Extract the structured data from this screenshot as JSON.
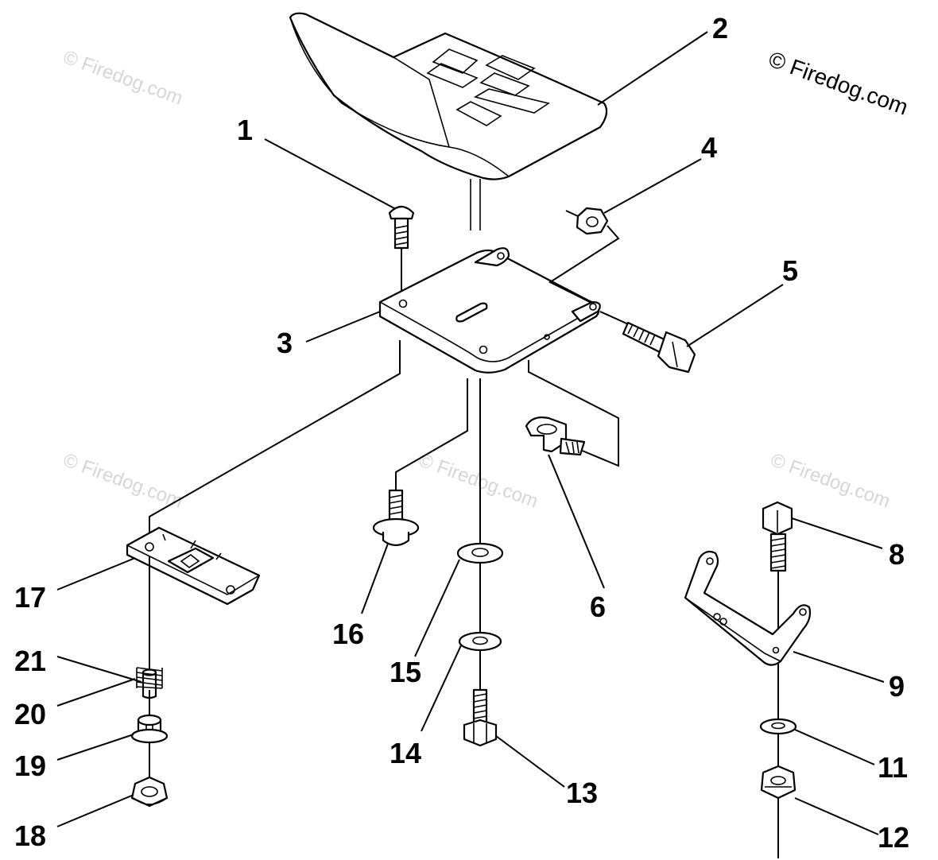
{
  "watermark": {
    "text": "© Firedog.com"
  },
  "callouts": [
    {
      "id": "1",
      "label": "1"
    },
    {
      "id": "2",
      "label": "2"
    },
    {
      "id": "3",
      "label": "3"
    },
    {
      "id": "4",
      "label": "4"
    },
    {
      "id": "5",
      "label": "5"
    },
    {
      "id": "6",
      "label": "6"
    },
    {
      "id": "8",
      "label": "8"
    },
    {
      "id": "9",
      "label": "9"
    },
    {
      "id": "11",
      "label": "11"
    },
    {
      "id": "12",
      "label": "12"
    },
    {
      "id": "13",
      "label": "13"
    },
    {
      "id": "14",
      "label": "14"
    },
    {
      "id": "15",
      "label": "15"
    },
    {
      "id": "16",
      "label": "16"
    },
    {
      "id": "17",
      "label": "17"
    },
    {
      "id": "18",
      "label": "18"
    },
    {
      "id": "19",
      "label": "19"
    },
    {
      "id": "20",
      "label": "20"
    },
    {
      "id": "21",
      "label": "21"
    }
  ]
}
